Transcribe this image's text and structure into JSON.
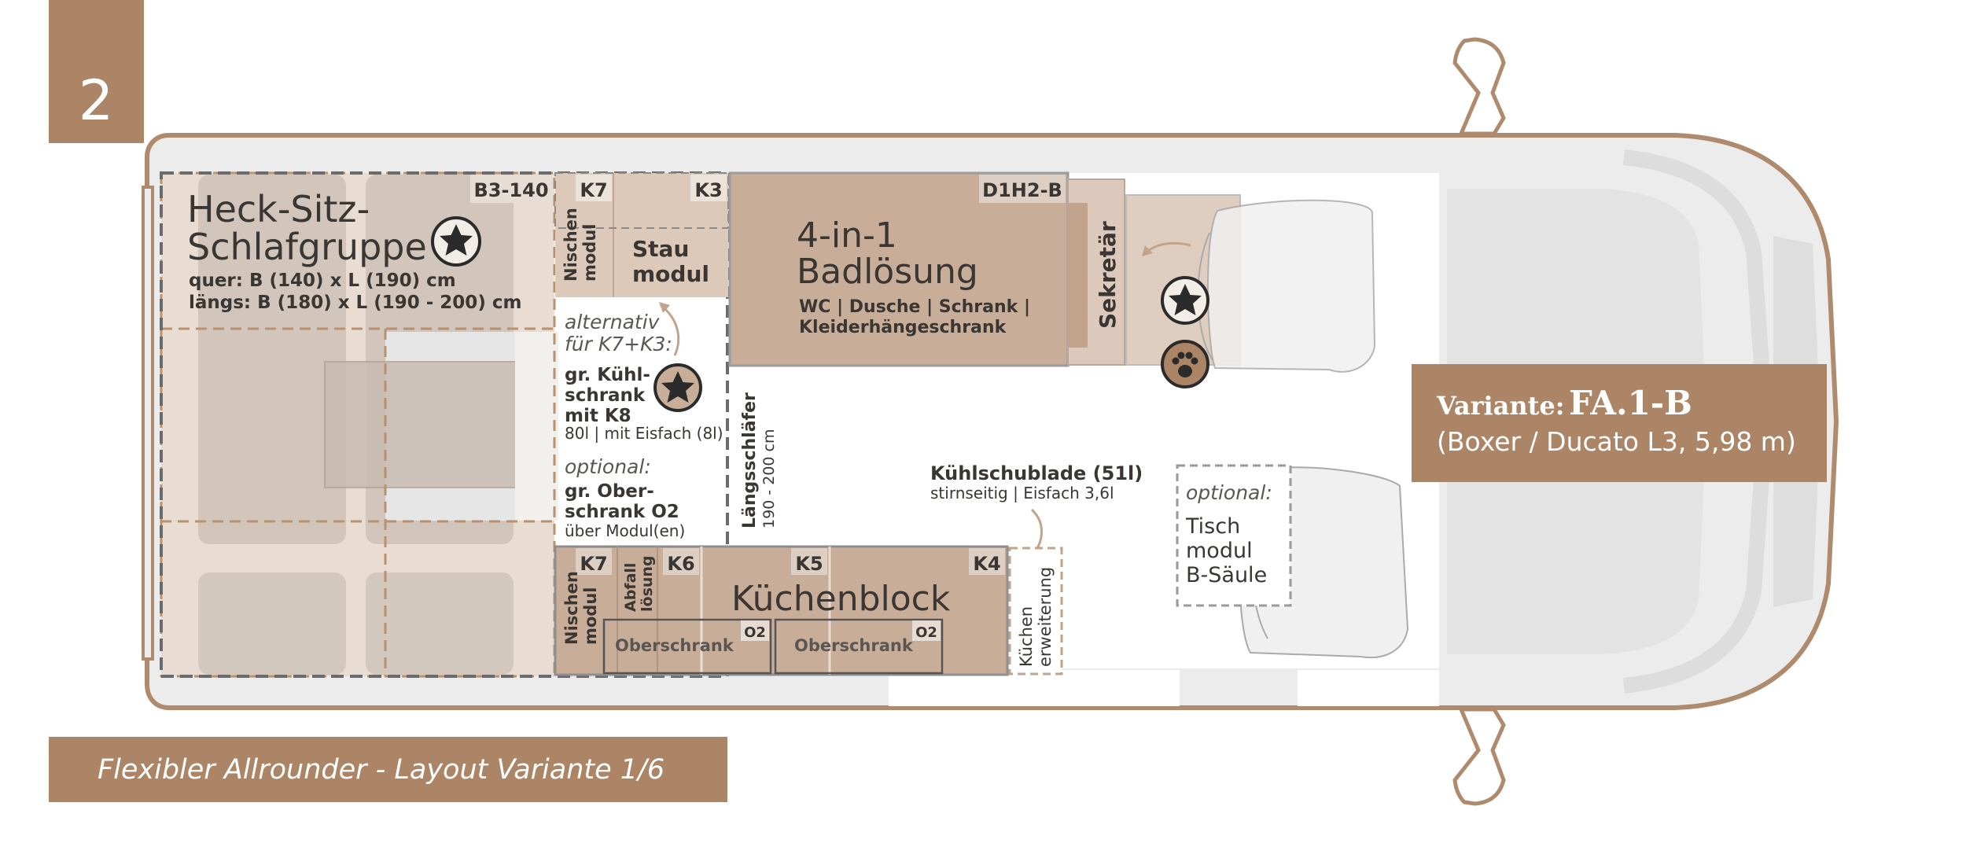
{
  "badge_number": "2",
  "footer_title": "Flexibler Allrounder - Layout Variante 1/6",
  "variant": {
    "prefix": "Variante:",
    "code": "FA.1-B",
    "subtitle": "(Boxer / Ducato L3, 5,98 m)"
  },
  "rear_group": {
    "tag": "B3-140",
    "title_line1": "Heck-Sitz-",
    "title_line2": "Schlafgruppe",
    "spec_line1": "quer: B (140) x L (190) cm",
    "spec_line2": "längs: B (180) x L (190 - 200) cm"
  },
  "top_modules": {
    "k7_tag": "K7",
    "k3_tag": "K3",
    "nische_line1": "Nischen",
    "nische_line2": "modul",
    "stau_line1": "Stau",
    "stau_line2": "modul"
  },
  "alternative": {
    "line1": "alternativ",
    "line2": "für K7+K3:",
    "fridge_line1": "gr. Kühl-",
    "fridge_line2": "schrank",
    "fridge_line3": "mit K8",
    "fridge_detail": "80l | mit Eisfach (8l)"
  },
  "optional_cabinet": {
    "label": "optional:",
    "line1": "gr. Ober-",
    "line2": "schrank O2",
    "detail": "über Modul(en)"
  },
  "long_sleeper": {
    "label": "Längsschläfer",
    "size": "190 - 200 cm"
  },
  "bathroom": {
    "tag": "D1H2-B",
    "title_line1": "4-in-1",
    "title_line2": "Badlösung",
    "detail_line1": "WC | Dusche | Schrank |",
    "detail_line2": "Kleiderhängeschrank"
  },
  "secretary": {
    "label": "Sekretär"
  },
  "kitchen": {
    "title": "Küchenblock",
    "k7_tag": "K7",
    "k6_tag": "K6",
    "k5_tag": "K5",
    "k4_tag": "K4",
    "nische_line1": "Nischen",
    "nische_line2": "modul",
    "abfall_line1": "Abfall",
    "abfall_line2": "lösung",
    "cabinet_left": "Oberschrank",
    "cabinet_right": "Oberschrank",
    "o2_left": "O2",
    "o2_right": "O2",
    "extension_line1": "Küchen",
    "extension_line2": "erweiterung"
  },
  "cool_drawer": {
    "title": "Kühlschublade (51l)",
    "detail": "stirnseitig | Eisfach 3,6l"
  },
  "table_option": {
    "label": "optional:",
    "line1": "Tisch",
    "line2": "modul",
    "line3": "B-Säule"
  },
  "colors": {
    "brown": "#ab8566",
    "tan": "#c8ad99",
    "dark": "#3a3633",
    "van_outline": "#b08a6c",
    "light_grey": "#ececec"
  },
  "icons": [
    "star-icon",
    "paw-icon"
  ]
}
